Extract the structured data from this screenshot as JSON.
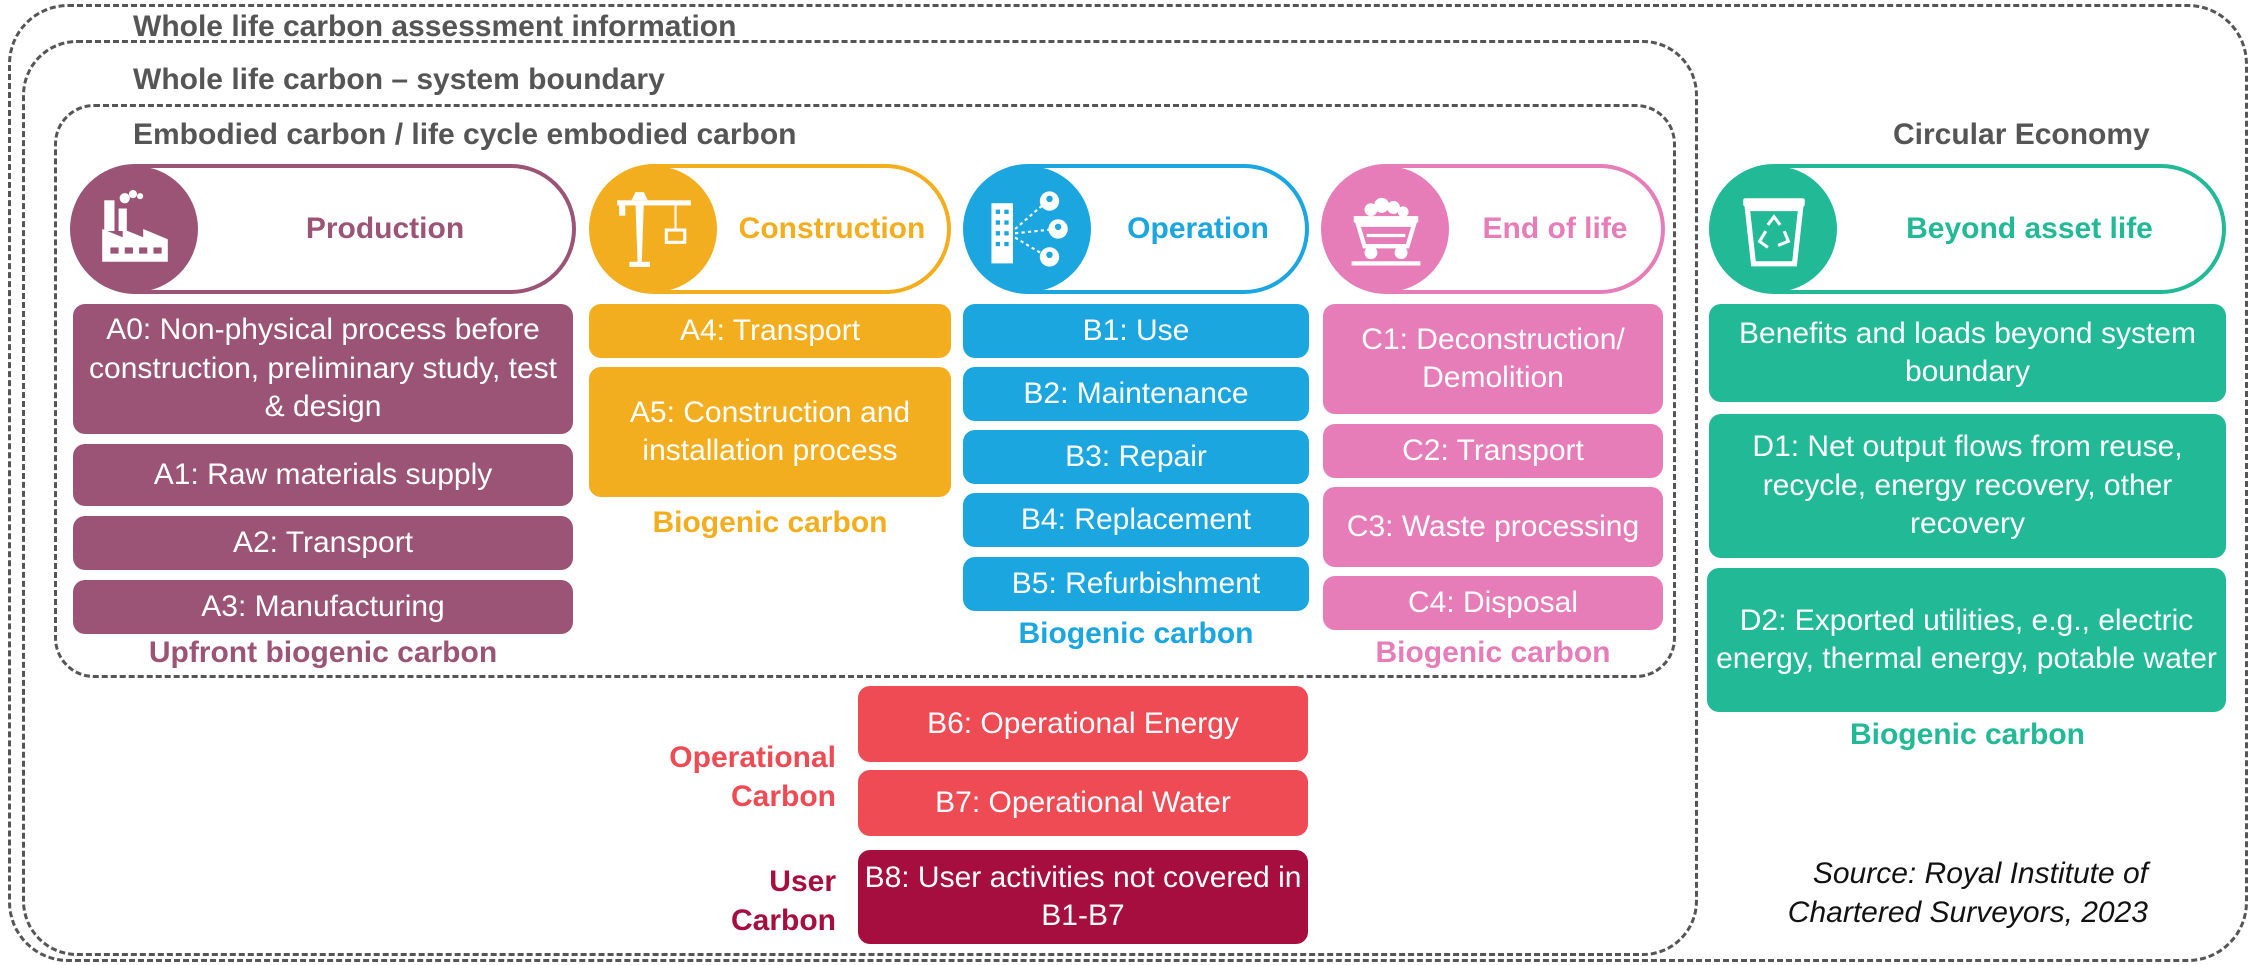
{
  "titles": {
    "whole_life_info": "Whole life carbon assessment information",
    "system_boundary": "Whole life carbon – system boundary",
    "embodied": "Embodied carbon / life cycle embodied carbon",
    "circular": "Circular Economy"
  },
  "production": {
    "label": "Production",
    "icon": "factory-icon",
    "color": "#9b5476",
    "items": [
      "A0: Non-physical process before construction, preliminary study, test & design",
      "A1: Raw materials supply",
      "A2: Transport",
      "A3: Manufacturing"
    ],
    "biogenic": "Upfront biogenic carbon"
  },
  "construction": {
    "label": "Construction",
    "icon": "crane-icon",
    "color": "#f3ae1f",
    "items": [
      "A4: Transport",
      "A5: Construction and installation process"
    ],
    "biogenic": "Biogenic carbon"
  },
  "operation": {
    "label": "Operation",
    "icon": "building-network-icon",
    "color": "#1ba6e0",
    "items": [
      "B1: Use",
      "B2: Maintenance",
      "B3: Repair",
      "B4: Replacement",
      "B5: Refurbishment"
    ],
    "biogenic": "Biogenic carbon"
  },
  "end_of_life": {
    "label": "End of life",
    "icon": "mine-cart-icon",
    "color": "#e67db8",
    "items": [
      "C1: Deconstruction/ Demolition",
      "C2: Transport",
      "C3: Waste processing",
      "C4: Disposal"
    ],
    "biogenic": "Biogenic carbon"
  },
  "beyond": {
    "label": "Beyond asset life",
    "icon": "recycle-bin-icon",
    "color": "#22b996",
    "items": [
      "Benefits and loads beyond system boundary",
      "D1: Net output flows from reuse, recycle, energy recovery, other recovery",
      "D2: Exported utilities, e.g., electric energy, thermal energy, potable water"
    ],
    "biogenic": "Biogenic carbon"
  },
  "operational": {
    "label_line1": "Operational",
    "label_line2": "Carbon",
    "color": "#ee4b55",
    "items": [
      "B6: Operational Energy",
      "B7: Operational Water"
    ]
  },
  "user": {
    "label_line1": "User",
    "label_line2": "Carbon",
    "color": "#a50e3e",
    "items": [
      "B8: User activities not covered in B1-B7"
    ]
  },
  "source": {
    "line1": "Source: Royal Institute of",
    "line2": "Chartered Surveyors, 2023"
  }
}
